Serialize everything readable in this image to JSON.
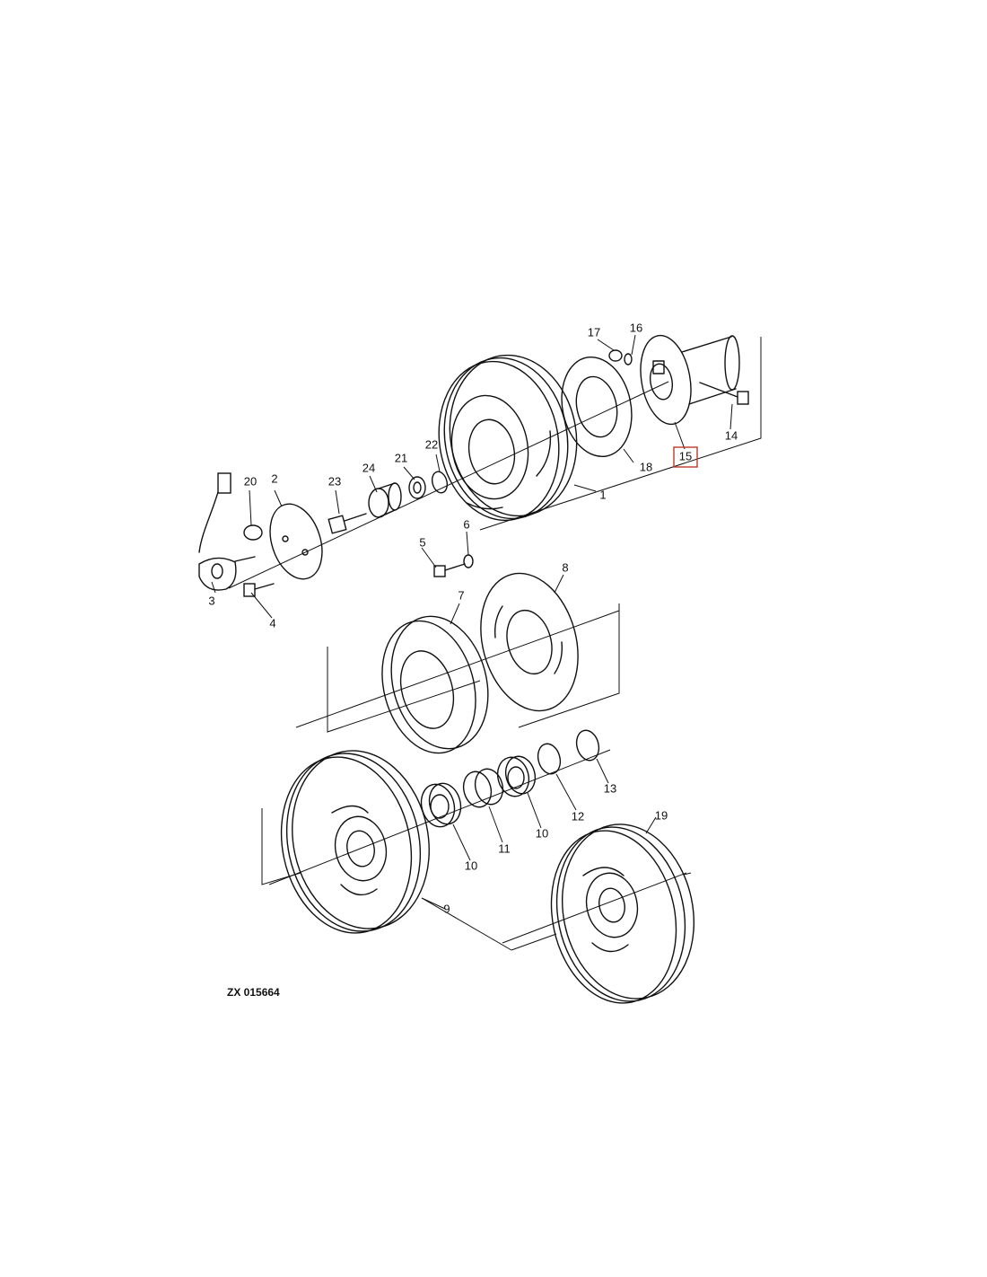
{
  "figure_code": "ZX 015664",
  "highlight_color": "#c0392b",
  "callouts": [
    {
      "id": "c1",
      "text": "1"
    },
    {
      "id": "c2",
      "text": "2"
    },
    {
      "id": "c3",
      "text": "3"
    },
    {
      "id": "c4",
      "text": "4"
    },
    {
      "id": "c5",
      "text": "5"
    },
    {
      "id": "c6",
      "text": "6"
    },
    {
      "id": "c7",
      "text": "7"
    },
    {
      "id": "c8",
      "text": "8"
    },
    {
      "id": "c9",
      "text": "9"
    },
    {
      "id": "c10a",
      "text": "10"
    },
    {
      "id": "c10b",
      "text": "10"
    },
    {
      "id": "c11",
      "text": "11"
    },
    {
      "id": "c12",
      "text": "12"
    },
    {
      "id": "c13",
      "text": "13"
    },
    {
      "id": "c14",
      "text": "14"
    },
    {
      "id": "c15",
      "text": "15",
      "highlighted": true
    },
    {
      "id": "c16",
      "text": "16"
    },
    {
      "id": "c17",
      "text": "17"
    },
    {
      "id": "c18",
      "text": "18"
    },
    {
      "id": "c19",
      "text": "19"
    },
    {
      "id": "c20",
      "text": "20"
    },
    {
      "id": "c21",
      "text": "21"
    },
    {
      "id": "c22",
      "text": "22"
    },
    {
      "id": "c23",
      "text": "23"
    },
    {
      "id": "c24",
      "text": "24"
    }
  ]
}
